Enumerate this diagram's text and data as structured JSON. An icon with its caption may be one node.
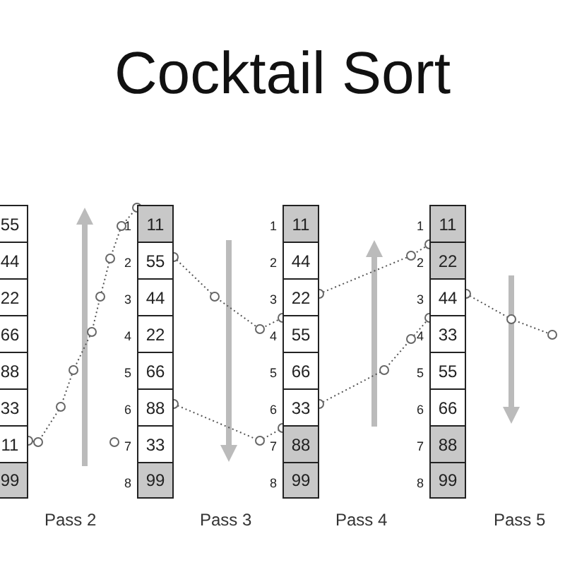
{
  "diagram": {
    "title": "Cocktail Sort",
    "nodes": [
      {
        "text": [
          "55"
        ]
      },
      {
        "text": [
          "44"
        ]
      },
      {
        "text": [
          "22"
        ]
      },
      {
        "text": [
          "66"
        ]
      },
      {
        "text": [
          "88"
        ]
      },
      {
        "text": [
          "33"
        ]
      },
      {
        "text": [
          "11"
        ]
      },
      {
        "text": [
          "99"
        ]
      },
      {
        "text": [
          "11"
        ],
        "beside": [
          "1"
        ]
      },
      {
        "text": [
          "55"
        ],
        "beside": [
          "2"
        ]
      },
      {
        "text": [
          "44"
        ],
        "beside": [
          "3"
        ]
      },
      {
        "text": [
          "22"
        ],
        "beside": [
          "4"
        ]
      },
      {
        "text": [
          "66"
        ],
        "beside": [
          "5"
        ]
      },
      {
        "text": [
          "88"
        ],
        "beside": [
          "6"
        ]
      },
      {
        "text": [
          "33"
        ],
        "beside": [
          "7"
        ]
      },
      {
        "text": [
          "99"
        ],
        "beside": [
          "8"
        ]
      },
      {
        "text": [
          "11"
        ],
        "beside": [
          "1"
        ]
      },
      {
        "text": [
          "44"
        ],
        "beside": [
          "2"
        ]
      },
      {
        "text": [
          "22"
        ],
        "beside": [
          "3"
        ]
      },
      {
        "text": [
          "55"
        ],
        "beside": [
          "4"
        ]
      },
      {
        "text": [
          "66"
        ],
        "beside": [
          "5"
        ]
      },
      {
        "text": [
          "33"
        ],
        "beside": [
          "6"
        ]
      },
      {
        "text": [
          "88"
        ],
        "beside": [
          "7"
        ]
      },
      {
        "text": [
          "99"
        ],
        "beside": [
          "8"
        ]
      },
      {
        "text": [
          "11"
        ],
        "beside": [
          "1"
        ]
      },
      {
        "text": [
          "22"
        ],
        "beside": [
          "2"
        ]
      },
      {
        "text": [
          "44"
        ],
        "beside": [
          "3"
        ]
      },
      {
        "text": [
          "33"
        ],
        "beside": [
          "4"
        ]
      },
      {
        "text": [
          "55"
        ],
        "beside": [
          "5"
        ]
      },
      {
        "text": [
          "66"
        ],
        "beside": [
          "6"
        ]
      },
      {
        "text": [
          "88"
        ],
        "beside": [
          "7"
        ]
      },
      {
        "text": [
          "99"
        ],
        "beside": [
          "8"
        ]
      }
    ],
    "edges": [
      {
        "from": 6,
        "to": 8,
        "arrow": "other"
      },
      {
        "from": 9,
        "to": 19,
        "arrow": "other"
      },
      {
        "from": 13,
        "to": 22,
        "arrow": "other"
      },
      {
        "from": 18,
        "to": 25,
        "arrow": "other"
      },
      {
        "from": 21,
        "to": 27,
        "arrow": "other"
      },
      {
        "from": 26,
        "to": null,
        "arrow": "other"
      }
    ],
    "labels": [
      "Pass 2",
      "Pass 3",
      "Pass 4",
      "Pass 5"
    ]
  }
}
